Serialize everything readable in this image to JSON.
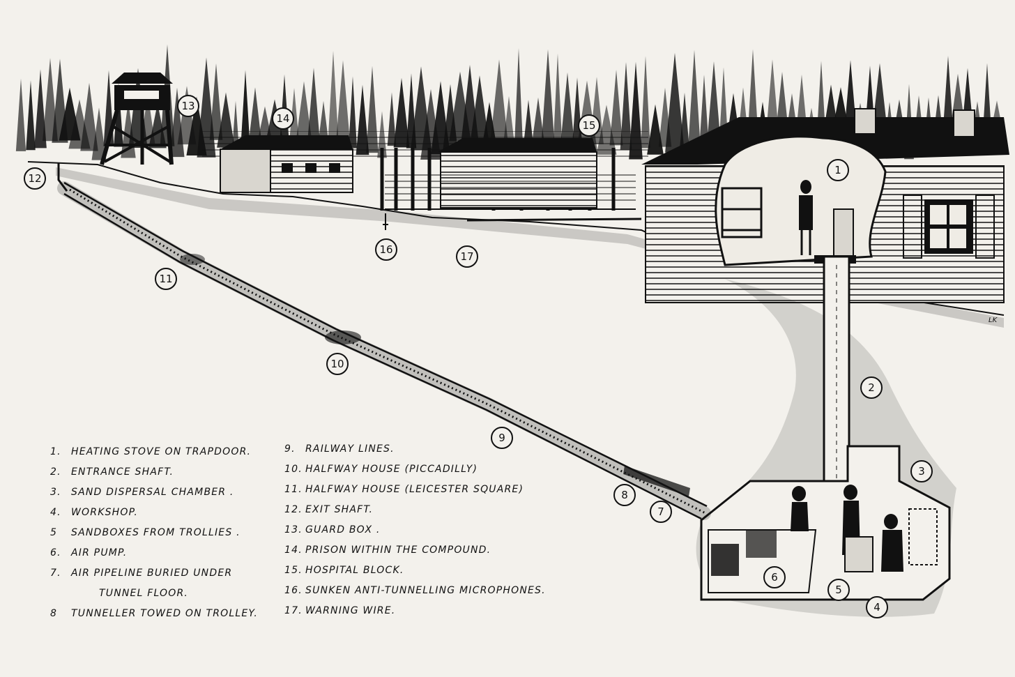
{
  "legend": [
    {
      "num": "1.",
      "text": "HEATING STOVE ON TRAPDOOR."
    },
    {
      "num": "2.",
      "text": "ENTRANCE SHAFT."
    },
    {
      "num": "3.",
      "text": "SAND DISPERSAL CHAMBER ."
    },
    {
      "num": "4.",
      "text": "WORKSHOP."
    },
    {
      "num": "5",
      "text": "SANDBOXES FROM TROLLIES ."
    },
    {
      "num": "6.",
      "text": "AIR PUMP."
    },
    {
      "num": "7.",
      "text": "AIR PIPELINE BURIED UNDER",
      "cont": "TUNNEL FLOOR."
    },
    {
      "num": "8",
      "text": "TUNNELLER TOWED ON TROLLEY."
    },
    {
      "num": "9.",
      "text": "RAILWAY LINES."
    },
    {
      "num": "10.",
      "text": "HALFWAY HOUSE (PICCADILLY)"
    },
    {
      "num": "11.",
      "text": "HALFWAY HOUSE (LEICESTER SQUARE)"
    },
    {
      "num": "12.",
      "text": "EXIT SHAFT."
    },
    {
      "num": "13.",
      "text": "GUARD BOX ."
    },
    {
      "num": "14.",
      "text": "PRISON WITHIN THE COMPOUND."
    },
    {
      "num": "15.",
      "text": "HOSPITAL BLOCK."
    },
    {
      "num": "16.",
      "text": "SUNKEN ANTI-TUNNELLING MICROPHONES."
    },
    {
      "num": "17.",
      "text": "WARNING WIRE."
    }
  ],
  "markers": [
    "1",
    "2",
    "3",
    "4",
    "5",
    "6",
    "7",
    "8",
    "9",
    "10",
    "11",
    "12",
    "13",
    "14",
    "15",
    "16",
    "17"
  ],
  "signature": "LK",
  "colors": {
    "paper": "#f3f1ec",
    "ink": "#111111"
  }
}
